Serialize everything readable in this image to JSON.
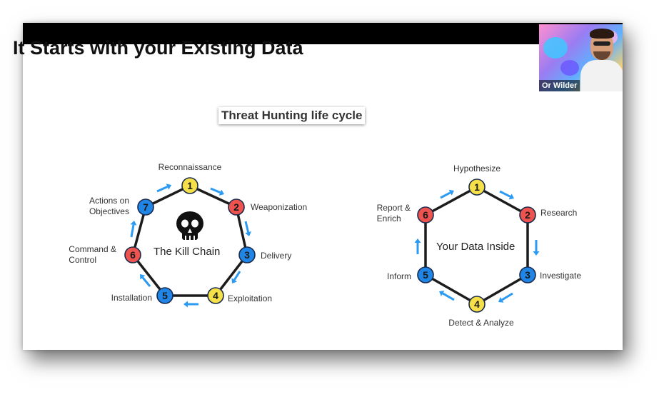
{
  "slide": {
    "title": "It Starts with your Existing Data",
    "section_title": "Threat Hunting life cycle"
  },
  "presenter": {
    "name": "Or Wilder"
  },
  "kill_chain": {
    "center_label": "The Kill Chain",
    "center_icon": "skull-icon",
    "nodes": [
      {
        "num": "1",
        "label_lines": [
          "Reconnaissance"
        ],
        "color": "#f5e04a"
      },
      {
        "num": "2",
        "label_lines": [
          "Weaponization"
        ],
        "color": "#ee5350"
      },
      {
        "num": "3",
        "label_lines": [
          "Delivery"
        ],
        "color": "#1f85e6"
      },
      {
        "num": "4",
        "label_lines": [
          "Exploitation"
        ],
        "color": "#f5e04a"
      },
      {
        "num": "5",
        "label_lines": [
          "Installation"
        ],
        "color": "#1f85e6"
      },
      {
        "num": "6",
        "label_lines": [
          "Command &",
          "Control"
        ],
        "color": "#ee5350"
      },
      {
        "num": "7",
        "label_lines": [
          "Actions on",
          "Objectives"
        ],
        "color": "#1f85e6"
      }
    ]
  },
  "hunting_cycle": {
    "center_label": "Your Data Inside",
    "nodes": [
      {
        "num": "1",
        "label_lines": [
          "Hypothesize"
        ],
        "color": "#f5e04a"
      },
      {
        "num": "2",
        "label_lines": [
          "Research"
        ],
        "color": "#ee5350"
      },
      {
        "num": "3",
        "label_lines": [
          "Investigate"
        ],
        "color": "#1f85e6"
      },
      {
        "num": "4",
        "label_lines": [
          "Detect & Analyze"
        ],
        "color": "#f5e04a"
      },
      {
        "num": "5",
        "label_lines": [
          "Inform"
        ],
        "color": "#1f85e6"
      },
      {
        "num": "6",
        "label_lines": [
          "Report &",
          "Enrich"
        ],
        "color": "#ee5350"
      }
    ]
  },
  "colors": {
    "edge": "#1c1c1c",
    "arrow": "#2b9af3",
    "node_stroke": "#1a2a4a"
  }
}
